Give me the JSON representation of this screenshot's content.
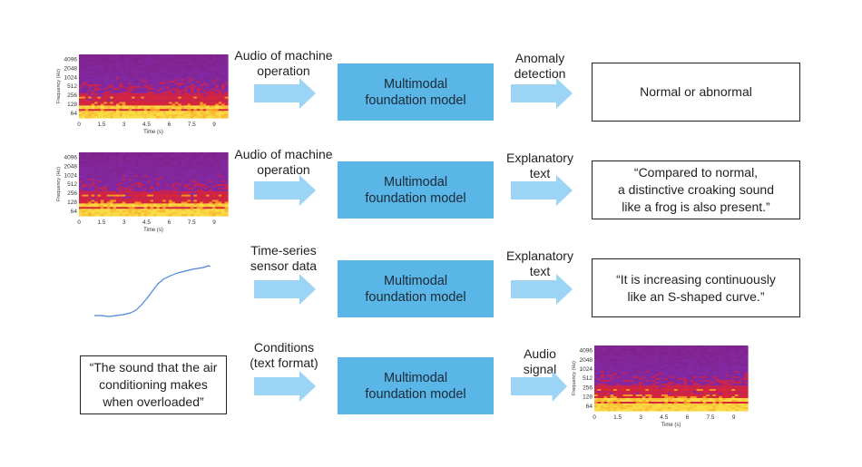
{
  "colors": {
    "model_box": "#59b6e6",
    "arrow": "#9bd4f4"
  },
  "spectrogram": {
    "y_axis_label": "Frequency (Hz)",
    "y_ticks": [
      "4096",
      "2048",
      "1024",
      "512",
      "256",
      "128",
      "64"
    ],
    "x_axis_label": "Time (s)",
    "x_ticks": [
      "0",
      "1.5",
      "3",
      "4.5",
      "6",
      "7.5",
      "9"
    ]
  },
  "rows": [
    {
      "input_label_lines": [
        "Audio of machine",
        "operation"
      ],
      "model_lines": [
        "Multimodal",
        "foundation model"
      ],
      "output_label_lines": [
        "Anomaly",
        "detection"
      ],
      "output_lines": [
        "Normal or abnormal"
      ]
    },
    {
      "input_label_lines": [
        "Audio of machine",
        "operation"
      ],
      "model_lines": [
        "Multimodal",
        "foundation model"
      ],
      "output_label_lines": [
        "Explanatory",
        "text"
      ],
      "output_lines": [
        "“Compared to normal,",
        "a distinctive croaking sound",
        "like a frog is also present.”"
      ]
    },
    {
      "input_label_lines": [
        "Time-series",
        "sensor data"
      ],
      "model_lines": [
        "Multimodal",
        "foundation model"
      ],
      "output_label_lines": [
        "Explanatory",
        "text"
      ],
      "output_lines": [
        "“It is increasing continuously",
        "like an S-shaped curve.”"
      ]
    },
    {
      "input_box_lines": [
        "“The sound that the air",
        "conditioning makes",
        "when overloaded”"
      ],
      "input_label_lines": [
        "Conditions",
        "(text format)"
      ],
      "model_lines": [
        "Multimodal",
        "foundation model"
      ],
      "output_label_lines": [
        "Audio",
        "signal"
      ]
    }
  ]
}
